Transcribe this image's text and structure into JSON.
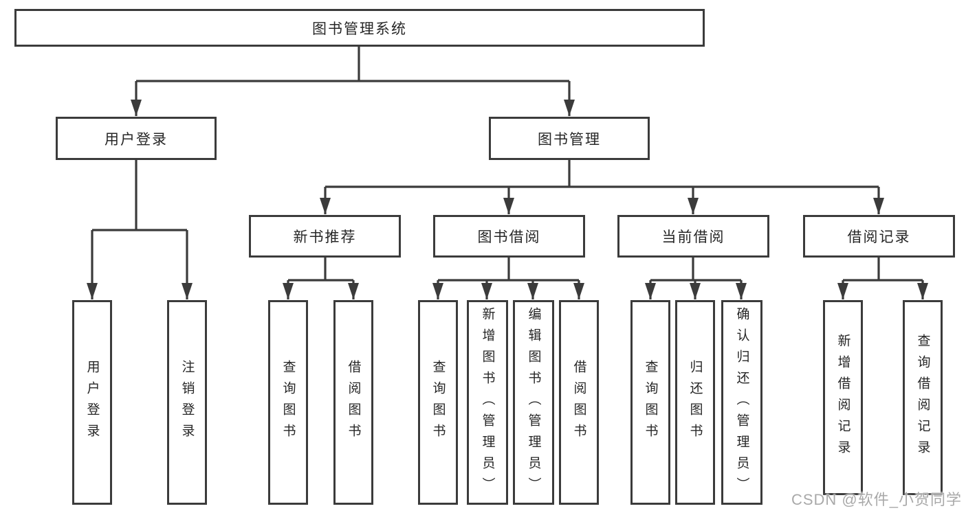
{
  "tree": {
    "root": {
      "label": "图书管理系统",
      "children": [
        {
          "label": "用户登录",
          "children": [
            {
              "label": "用户登录"
            },
            {
              "label": "注销登录"
            }
          ]
        },
        {
          "label": "图书管理",
          "children": [
            {
              "label": "新书推荐",
              "children": [
                {
                  "label": "查询图书"
                },
                {
                  "label": "借阅图书"
                }
              ]
            },
            {
              "label": "图书借阅",
              "children": [
                {
                  "label": "查询图书"
                },
                {
                  "label": "新增图书（管理员）"
                },
                {
                  "label": "编辑图书（管理员）"
                },
                {
                  "label": "借阅图书"
                }
              ]
            },
            {
              "label": "当前借阅",
              "children": [
                {
                  "label": "查询图书"
                },
                {
                  "label": "归还图书"
                },
                {
                  "label": "确认归还（管理员）"
                }
              ]
            },
            {
              "label": "借阅记录",
              "children": [
                {
                  "label": "新增借阅记录"
                },
                {
                  "label": "查询借阅记录"
                }
              ]
            }
          ]
        }
      ]
    }
  },
  "watermark": {
    "text": "CSDN @软件_小贺同学",
    "color": "#a9a9a9"
  },
  "colors": {
    "line": "#3b3b3b",
    "node_border": "#3b3b3b",
    "node_text": "#262626",
    "background": "#ffffff"
  }
}
